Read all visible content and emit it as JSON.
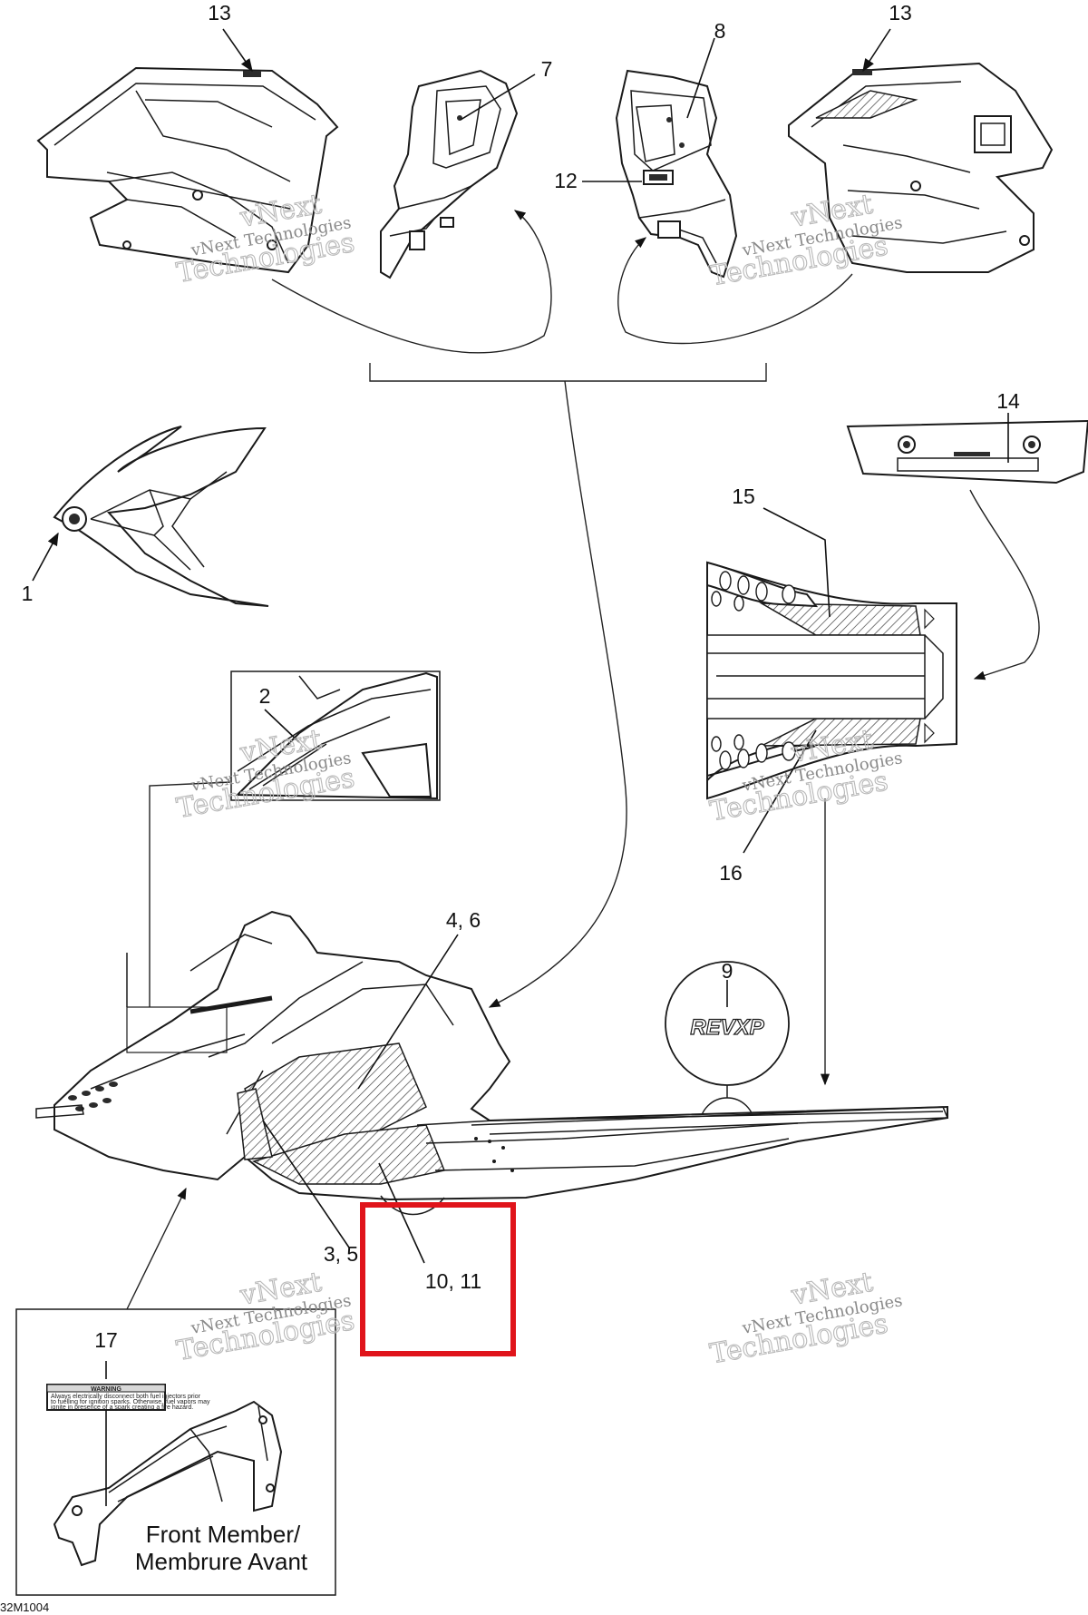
{
  "diagram": {
    "callouts": [
      {
        "id": "c13a",
        "text": "13"
      },
      {
        "id": "c7",
        "text": "7"
      },
      {
        "id": "c8",
        "text": "8"
      },
      {
        "id": "c13b",
        "text": "13"
      },
      {
        "id": "c12",
        "text": "12"
      },
      {
        "id": "c14",
        "text": "14"
      },
      {
        "id": "c1",
        "text": "1"
      },
      {
        "id": "c15",
        "text": "15"
      },
      {
        "id": "c2",
        "text": "2"
      },
      {
        "id": "c16",
        "text": "16"
      },
      {
        "id": "c46",
        "text": "4, 6"
      },
      {
        "id": "c9",
        "text": "9"
      },
      {
        "id": "c35",
        "text": "3, 5"
      },
      {
        "id": "c1011",
        "text": "10, 11"
      },
      {
        "id": "c17",
        "text": "17"
      }
    ],
    "front_member_caption": [
      "Front Member/",
      "Membrure Avant"
    ],
    "emblem_text": "REVXP",
    "warning_header": "WARNING",
    "warning_body": [
      "Always electrically disconnect both fuel injectors prior",
      "to fuelling for ignition sparks. Otherwise, fuel vapors may",
      "ignite in presence of a spark creating a fire hazard."
    ],
    "footer_code": "32M1004",
    "highlight_color": "#e0141b"
  },
  "watermarks": [
    {
      "id": "w1",
      "small": "vNext Technologies",
      "big": "Technologies",
      "top": "vNext"
    },
    {
      "id": "w2",
      "small": "vNext Technologies",
      "big": "Technologies",
      "top": "vNext"
    },
    {
      "id": "w3",
      "small": "vNext Technologies",
      "big": "Technologies",
      "top": "vNext"
    },
    {
      "id": "w4",
      "small": "vNext Technologies",
      "big": "Technologies",
      "top": "vNext"
    },
    {
      "id": "w5",
      "small": "vNext Technologies",
      "big": "Technologies",
      "top": "vNext"
    },
    {
      "id": "w6",
      "small": "vNext Technologies",
      "big": "Technologies",
      "top": "vNext"
    }
  ]
}
